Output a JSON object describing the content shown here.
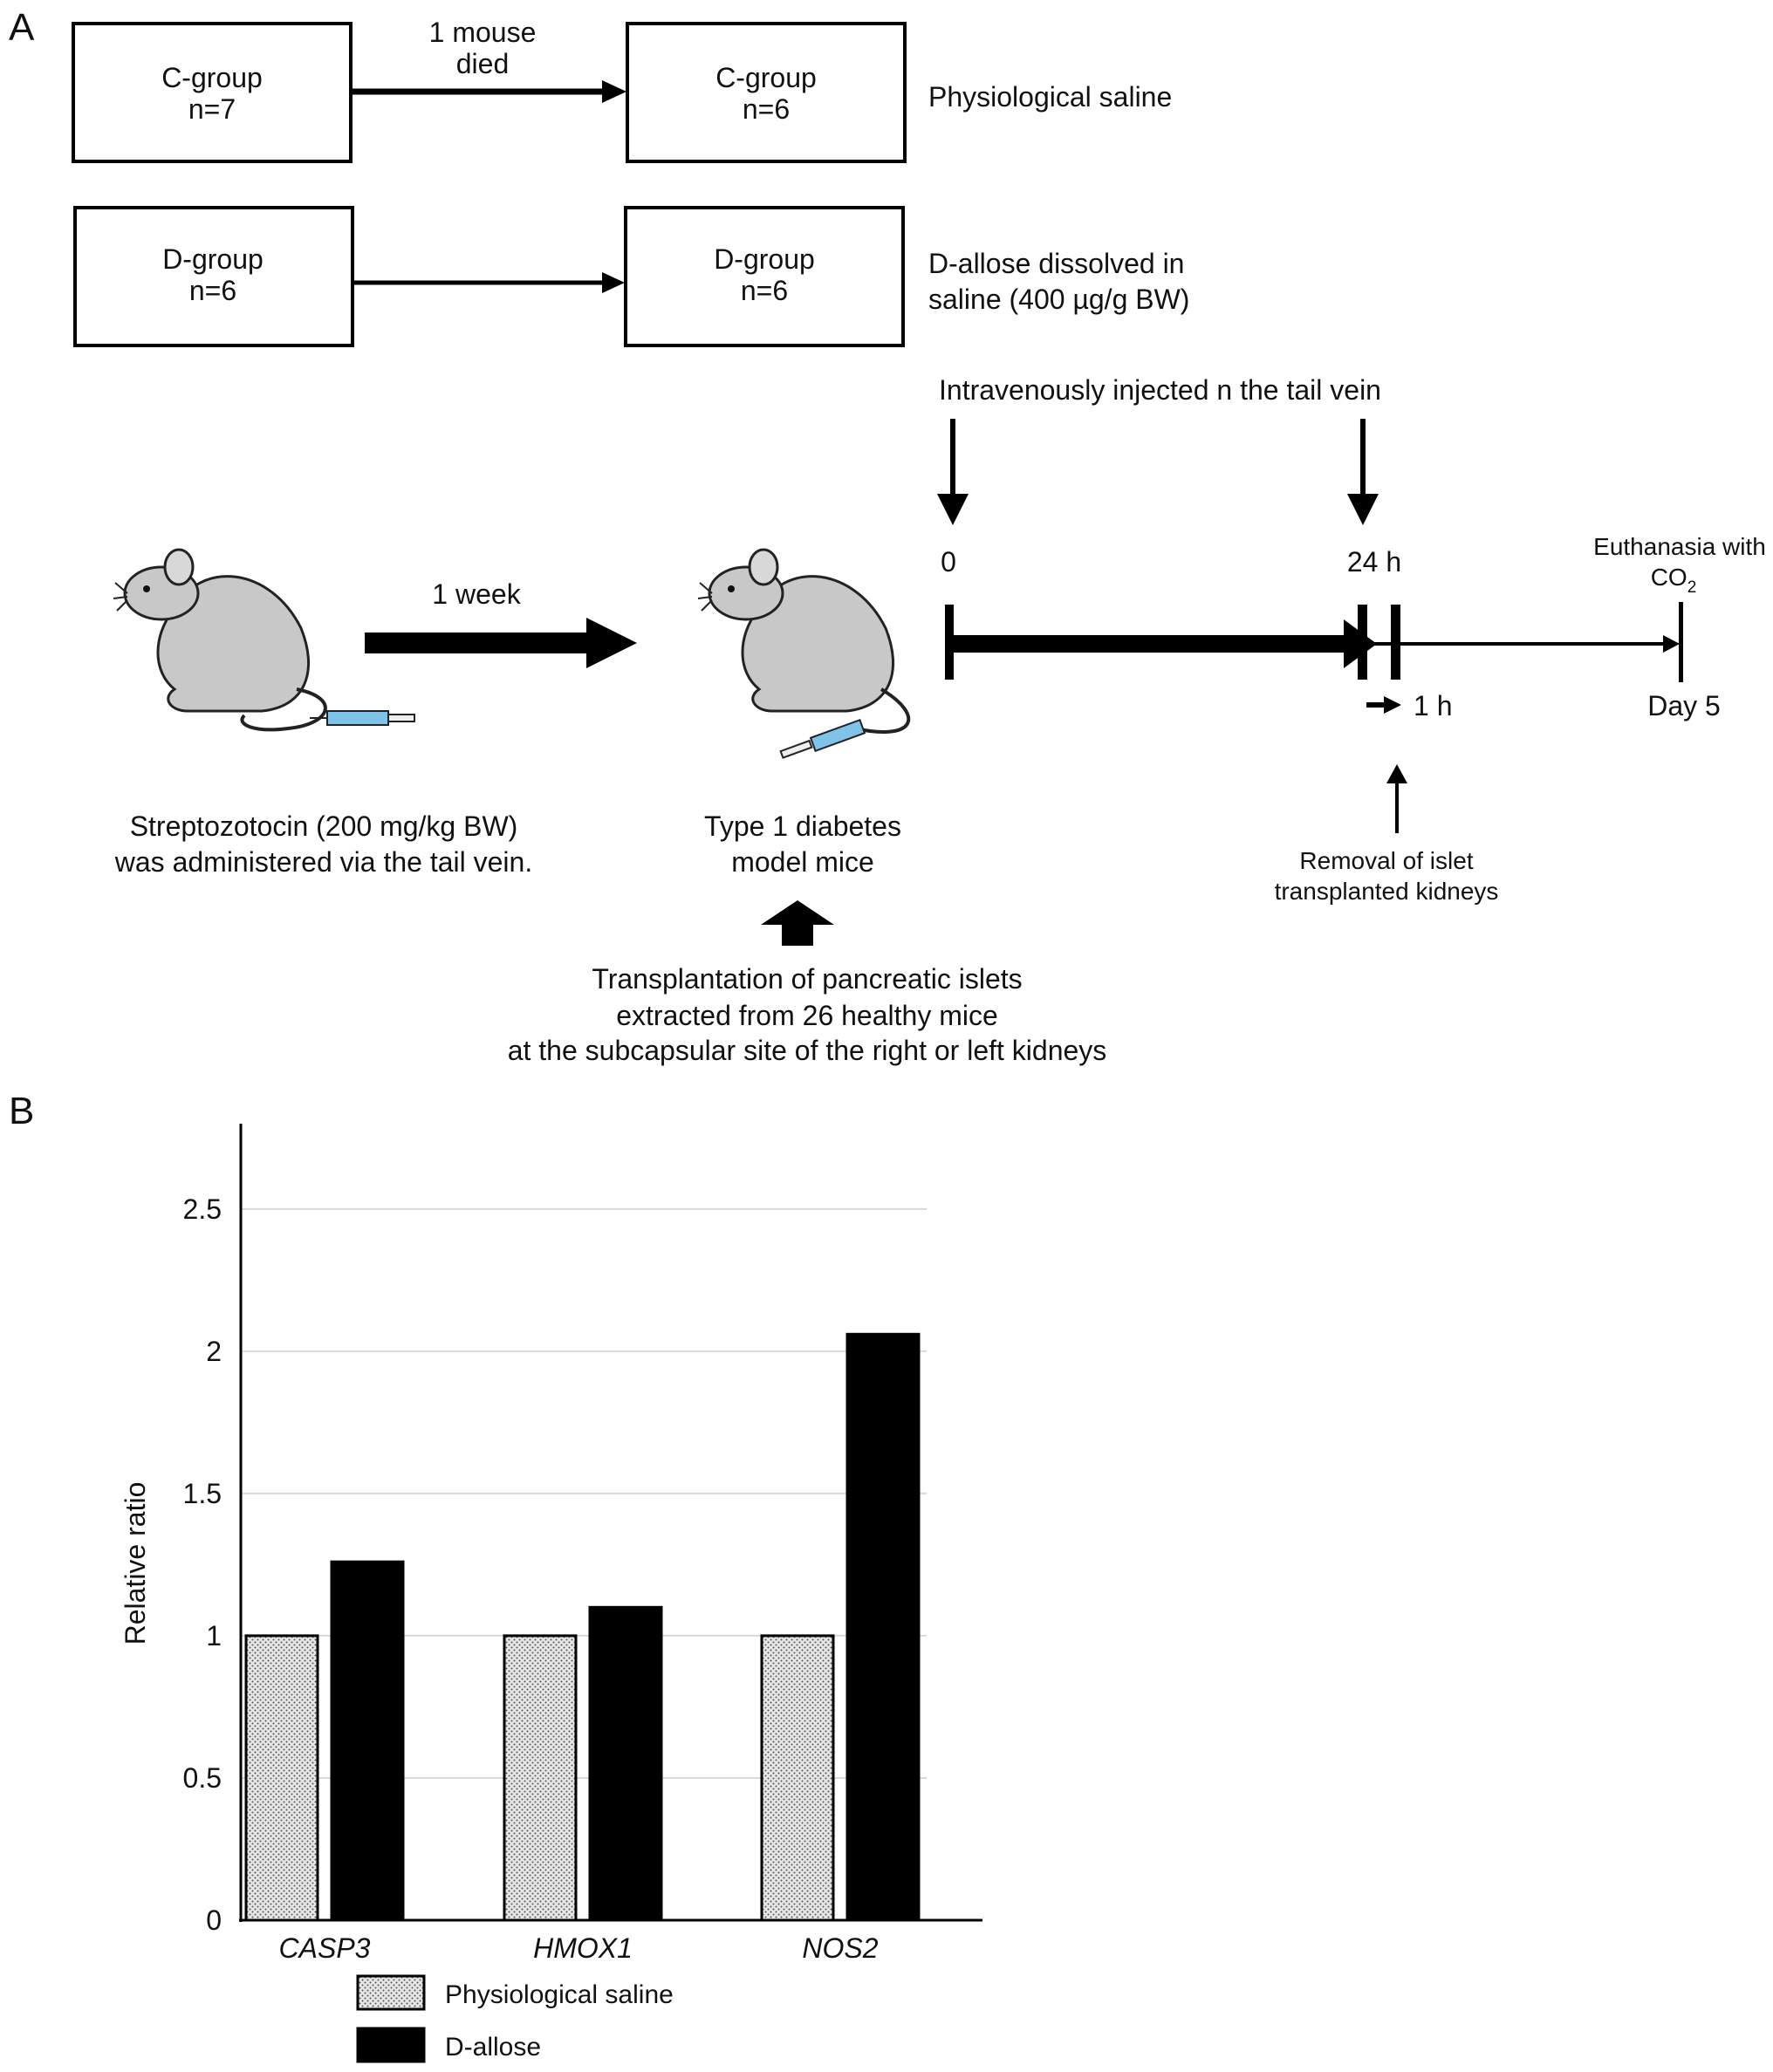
{
  "panel_a": {
    "label": "A",
    "c_group_start": {
      "name": "C-group",
      "n": "n=7"
    },
    "c_group_end": {
      "name": "C-group",
      "n": "n=6"
    },
    "d_group_start": {
      "name": "D-group",
      "n": "n=6"
    },
    "d_group_end": {
      "name": "D-group",
      "n": "n=6"
    },
    "death_note": [
      "1 mouse",
      "died"
    ],
    "c_treatment": "Physiological saline",
    "d_treatment": [
      "D-allose dissolved in",
      "saline (400 µg/g BW)"
    ],
    "injection_label": "Intravenously injected n the tail vein",
    "week_label": "1 week",
    "time_zero": "0",
    "time_24h": "24 h",
    "time_1h": "1 h",
    "euthanasia": "Euthanasia with",
    "co2_main": "CO",
    "co2_sub": "2",
    "day5": "Day 5",
    "removal": [
      "Removal of islet",
      "transplanted kidneys"
    ],
    "stz_caption": [
      "Streptozotocin (200 mg/kg BW)",
      "was administered via the tail vein."
    ],
    "diabetes_caption": [
      "Type 1 diabetes",
      "model mice"
    ],
    "transplant_caption": [
      "Transplantation of pancreatic islets",
      "extracted from 26 healthy mice",
      "at the subcapsular site of the right or left kidneys"
    ]
  },
  "panel_b": {
    "label": "B"
  },
  "colors": {
    "saline_fill": "#e6e6e6",
    "dallose_fill": "#000000",
    "grid": "#d9d9d9",
    "mouse_body": "#c8c8c8",
    "syringe": "#7fc4e8"
  },
  "chart_data": {
    "type": "bar",
    "categories": [
      "CASP3",
      "HMOX1",
      "NOS2"
    ],
    "series": [
      {
        "name": "Physiological saline",
        "values": [
          1.0,
          1.0,
          1.0
        ]
      },
      {
        "name": "D-allose",
        "values": [
          1.26,
          1.1,
          2.06
        ]
      }
    ],
    "ylabel": "Relative ratio",
    "xlabel": "",
    "ylim": [
      0,
      2.8
    ],
    "yticks": [
      "0",
      "0.5",
      "1",
      "1.5",
      "2",
      "2.5"
    ],
    "grid": true,
    "legend_position": "bottom-left"
  }
}
